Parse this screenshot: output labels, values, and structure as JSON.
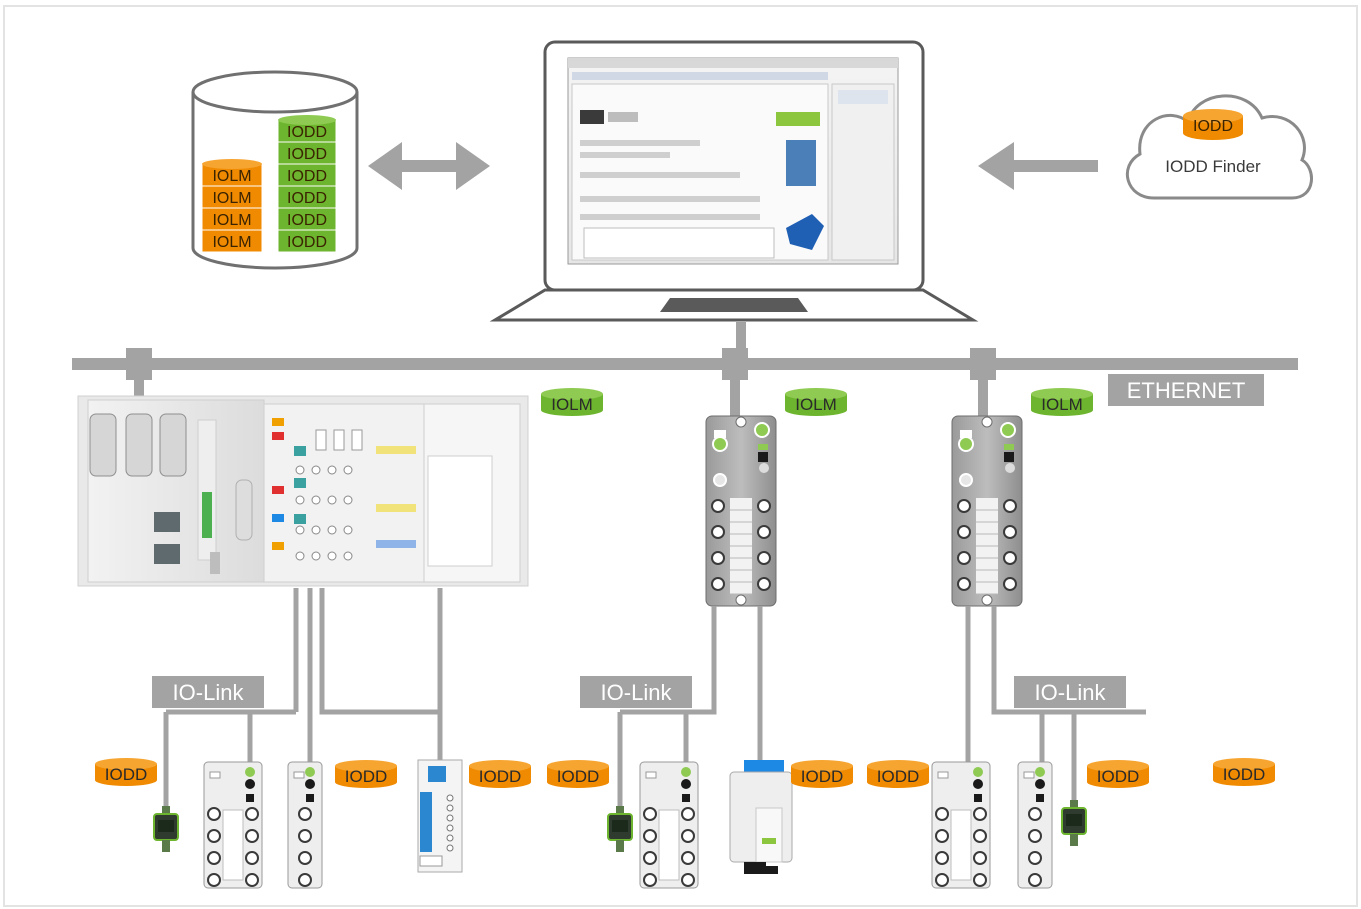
{
  "diagram": {
    "network_label": "ETHERNET",
    "cloud_label": "IODD Finder",
    "cloud_badge": "IODD",
    "db_labels": {
      "iolm": [
        "IOLM",
        "IOLM",
        "IOLM",
        "IOLM"
      ],
      "iodd": [
        "IODD",
        "IODD",
        "IODD",
        "IODD",
        "IODD",
        "IODD"
      ]
    },
    "iolm_badges": [
      "IOLM",
      "IOLM",
      "IOLM"
    ],
    "iolink_labels": [
      "IO-Link",
      "IO-Link",
      "IO-Link"
    ],
    "iodd_badges": [
      "IODD",
      "IODD",
      "IODD",
      "IODD",
      "IODD",
      "IODD",
      "IODD",
      "IODD"
    ],
    "colors": {
      "orange": "#f08a00",
      "green": "#6db52e",
      "gray": "#a3a3a3",
      "dark_gray": "#5a5a5a"
    }
  }
}
